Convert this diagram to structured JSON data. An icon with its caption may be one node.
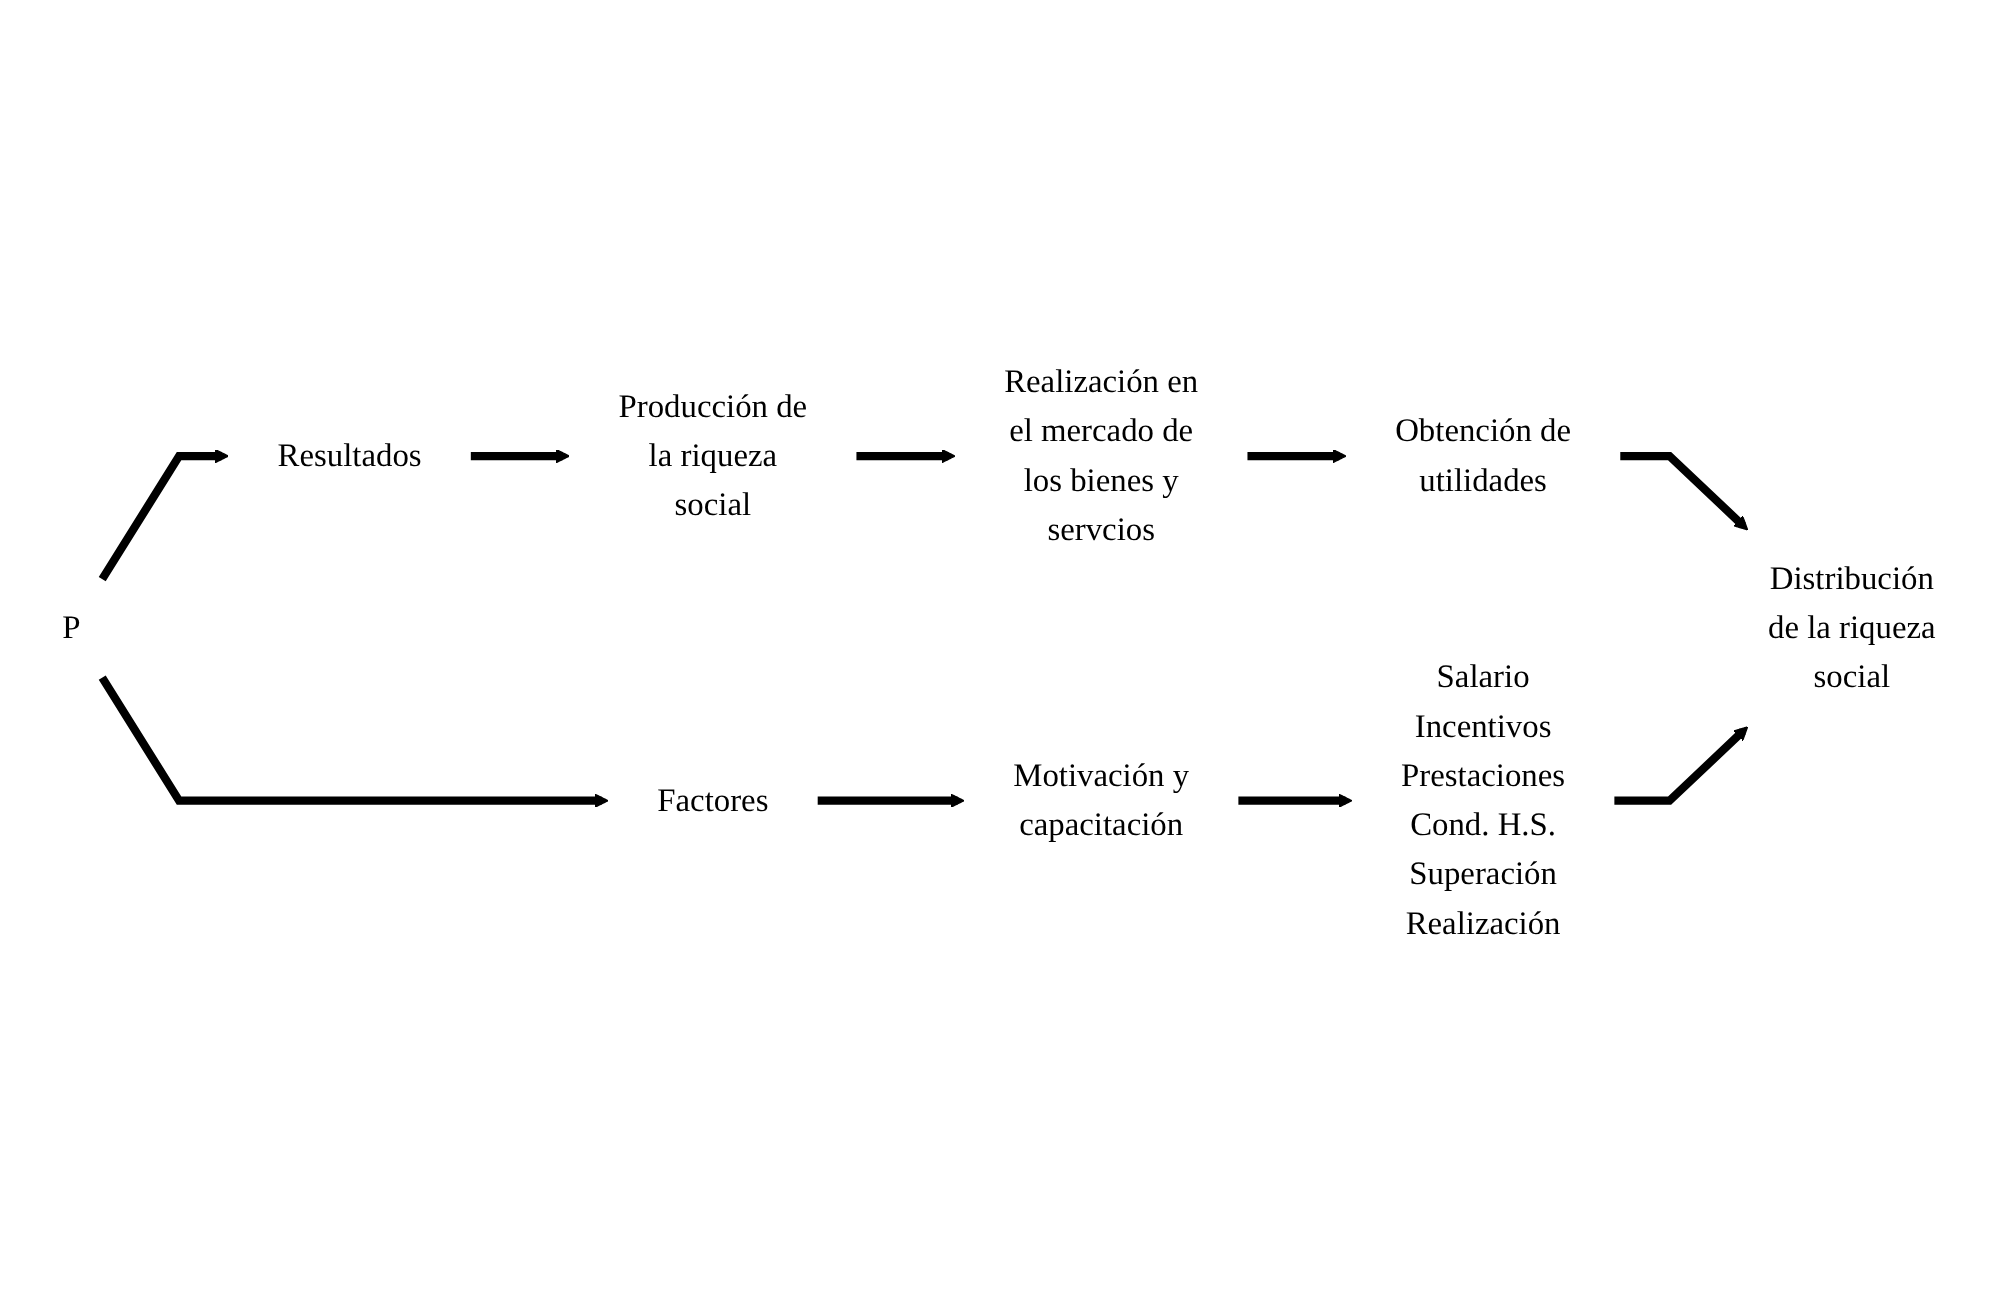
{
  "diagram": {
    "nodes": [
      {
        "text": [
          "P"
        ]
      },
      {
        "text": [
          "Resultados"
        ]
      },
      {
        "text": [
          "Producción de la riqueza social"
        ]
      },
      {
        "text": [
          "Realización en el mercado de los bienes y servcios"
        ]
      },
      {
        "text": [
          "Obtención de utilidades"
        ]
      },
      {
        "text": [
          "Factores"
        ]
      },
      {
        "text": [
          "Motivación y capacitación"
        ]
      },
      {
        "text": [
          "Salario",
          "Incentivos",
          "Prestaciones",
          "Cond. H.S.",
          "Superación",
          "Realización"
        ]
      },
      {
        "text": [
          "Distribución de la riqueza social"
        ]
      }
    ],
    "edges": [
      {
        "from": 0,
        "to": 1,
        "arrow": "to"
      },
      {
        "from": 1,
        "to": 2,
        "arrow": "to"
      },
      {
        "from": 2,
        "to": 3,
        "arrow": "to"
      },
      {
        "from": 3,
        "to": 4,
        "arrow": "to"
      },
      {
        "from": 4,
        "to": 8,
        "arrow": "to"
      },
      {
        "from": 0,
        "to": 5,
        "arrow": "to"
      },
      {
        "from": 5,
        "to": 6,
        "arrow": "to"
      },
      {
        "from": 6,
        "to": 7,
        "arrow": "to"
      },
      {
        "from": 7,
        "to": 8,
        "arrow": "to"
      }
    ]
  }
}
